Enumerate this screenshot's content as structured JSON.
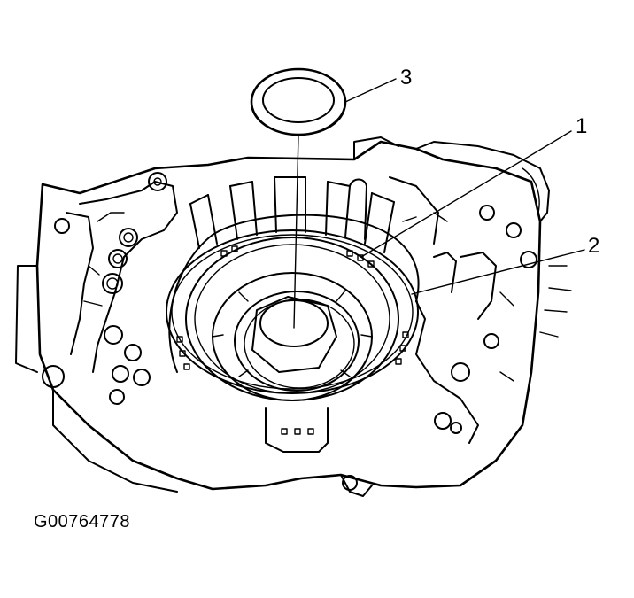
{
  "figure": {
    "id": "G00764778"
  },
  "callouts": [
    {
      "number": "1",
      "target": "thrust-bearing"
    },
    {
      "number": "2",
      "target": "snap-ring"
    },
    {
      "number": "3",
      "target": "thrust-washer"
    }
  ],
  "colors": {
    "line": "#000000",
    "background": "#ffffff"
  }
}
